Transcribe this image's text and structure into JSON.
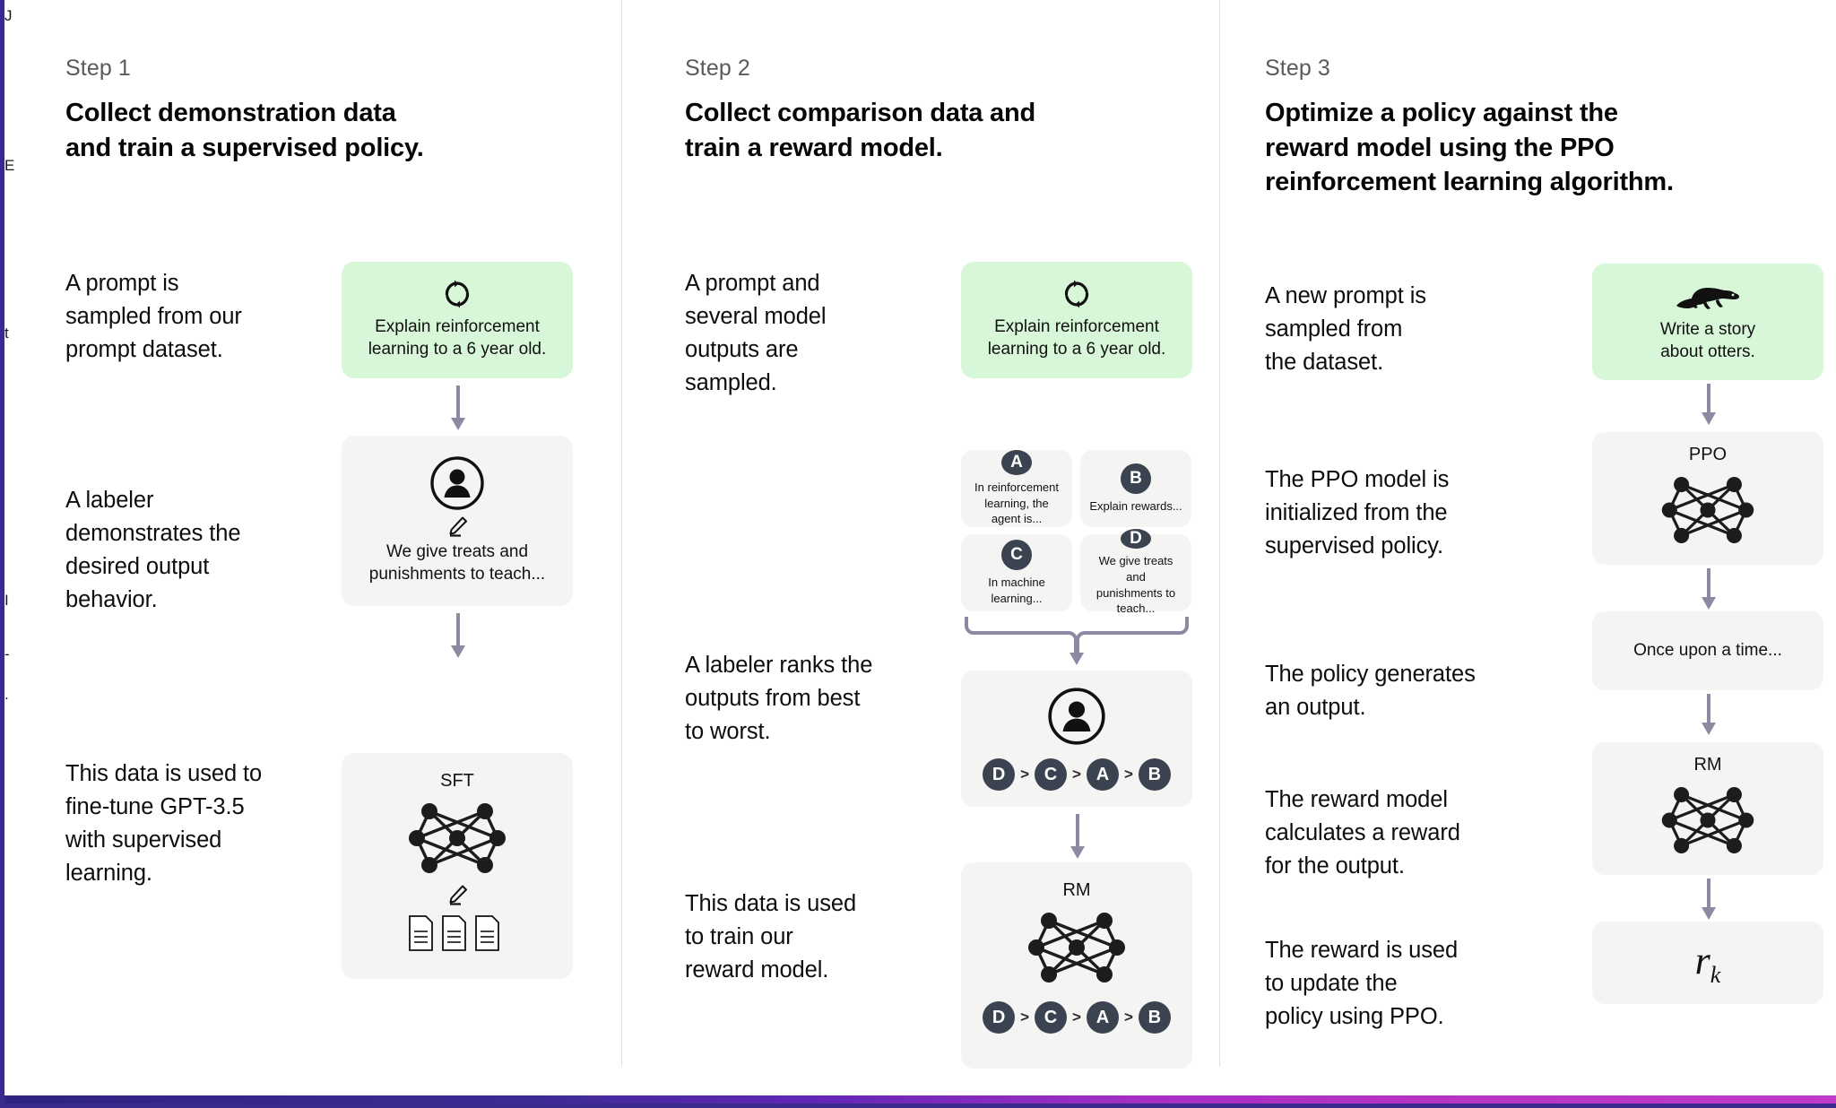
{
  "page": {
    "background": "#ffffff",
    "accent_border": "#3a2a8c",
    "green_card_color": "#d8f7d8",
    "gray_card_color": "#f4f4f2",
    "badge_color": "#3b4250",
    "arrow_color": "#8b8aa3"
  },
  "edge_fragments": [
    "J",
    "E",
    "t",
    "I",
    "-",
    "."
  ],
  "columns": [
    {
      "step_label": "Step 1",
      "title": "Collect demonstration data\nand train a supervised policy.",
      "descriptions": [
        "A prompt is\nsampled from our\nprompt dataset.",
        "A labeler\ndemonstrates the\ndesired output\nbehavior.",
        "This data is used to\nfine-tune GPT-3.5\nwith supervised\nlearning."
      ],
      "cards": [
        {
          "name": "prompt-card",
          "variant": "green",
          "icon": "refresh-cycle-icon",
          "text": "Explain reinforcement\nlearning to a 6 year old."
        },
        {
          "name": "labeler-card",
          "variant": "gray",
          "icon": "person-circle-icon",
          "sub_icon": "pencil-icon",
          "text": "We give treats and\npunishments to teach..."
        },
        {
          "name": "sft-card",
          "variant": "gray",
          "title": "SFT",
          "icon": "neural-network-icon",
          "sub_icon": "pencil-icon",
          "extra_icon": "documents-icon"
        }
      ]
    },
    {
      "step_label": "Step 2",
      "title": "Collect comparison data and\ntrain a reward model.",
      "descriptions": [
        "A prompt and\nseveral model\noutputs are\nsampled.",
        "A labeler ranks the\noutputs from best\nto worst.",
        "This data is used\nto train our\nreward model."
      ],
      "cards": [
        {
          "name": "prompt-card",
          "variant": "green",
          "icon": "refresh-cycle-icon",
          "text": "Explain reinforcement\nlearning to a 6 year old."
        },
        {
          "name": "labeler-rank-card",
          "variant": "gray",
          "icon": "person-circle-icon",
          "ranking": [
            "D",
            "C",
            "A",
            "B"
          ]
        },
        {
          "name": "rm-card",
          "variant": "gray",
          "title": "RM",
          "icon": "neural-network-icon",
          "ranking": [
            "D",
            "C",
            "A",
            "B"
          ]
        }
      ],
      "outputs": [
        {
          "badge": "A",
          "text": "In reinforcement\nlearning, the\nagent is..."
        },
        {
          "badge": "B",
          "text": "Explain rewards..."
        },
        {
          "badge": "C",
          "text": "In machine\nlearning..."
        },
        {
          "badge": "D",
          "text": "We give treats and\npunishments to\nteach..."
        }
      ]
    },
    {
      "step_label": "Step 3",
      "title": "Optimize a policy against the\nreward model using the PPO\nreinforcement learning algorithm.",
      "descriptions": [
        "A new prompt is\nsampled from\nthe dataset.",
        "The PPO model is\ninitialized from the\nsupervised policy.",
        "The policy generates\nan output.",
        "The reward model\ncalculates a reward\nfor the output.",
        "The reward is used\nto update the\npolicy using PPO."
      ],
      "cards": [
        {
          "name": "new-prompt-card",
          "variant": "green",
          "icon": "otter-icon",
          "text": "Write a story\nabout otters."
        },
        {
          "name": "ppo-card",
          "variant": "gray",
          "title": "PPO",
          "icon": "neural-network-icon"
        },
        {
          "name": "output-card",
          "variant": "gray",
          "text": "Once upon a time..."
        },
        {
          "name": "rm-card",
          "variant": "gray",
          "title": "RM",
          "icon": "neural-network-icon"
        },
        {
          "name": "reward-card",
          "variant": "gray",
          "formula_base": "r",
          "formula_sub": "k"
        }
      ]
    }
  ]
}
